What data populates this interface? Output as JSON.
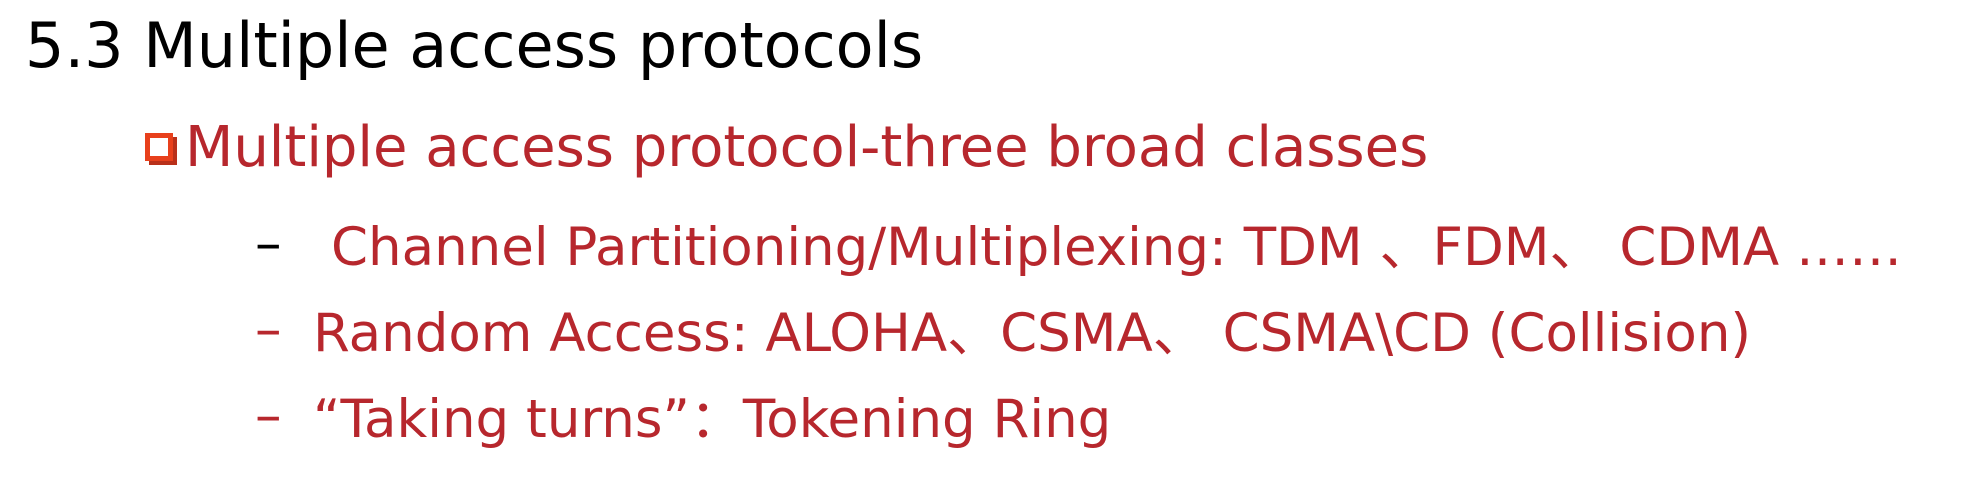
{
  "slide": {
    "title": "5.3 Multiple access protocols",
    "bullet": "Multiple access protocol-three broad classes",
    "items": [
      {
        "dash": "–",
        "text": "Channel Partitioning/Multiplexing: TDM 、FDM、 CDMA ……"
      },
      {
        "dash": "–",
        "text": "Random Access: ALOHA、CSMA、 CSMA\\CD (Collision)"
      },
      {
        "dash": "–",
        "text": "“Taking turns”：Tokening Ring"
      }
    ]
  },
  "colors": {
    "title": "#000000",
    "bullet_text": "#b7272d",
    "bullet_box": "#e8401c"
  }
}
